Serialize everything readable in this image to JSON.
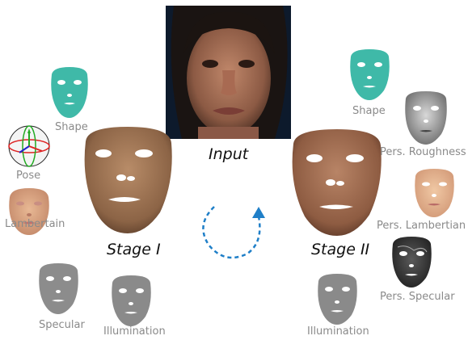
{
  "input": {
    "label": "Input"
  },
  "stage1": {
    "label": "Stage I",
    "components": {
      "shape": "Shape",
      "pose": "Pose",
      "lambertain": "Lambertain",
      "specular": "Specular",
      "illumination": "Illumination"
    }
  },
  "stage2": {
    "label": "Stage II",
    "components": {
      "shape": "Shape",
      "roughness": "Pers. Roughness",
      "lambertian": "Pers. Lambertian",
      "specular": "Pers. Specular",
      "illumination": "Illumination"
    }
  },
  "colors": {
    "shape_teal": "#3fb9a8",
    "skin": "#a8805e",
    "gray": "#8c8c8c",
    "arrow_blue": "#1f7fc8",
    "label_gray": "#8a8a8a"
  },
  "icons": {
    "pose": "pose-axes-icon",
    "cycle": "cycle-arrow-icon"
  }
}
